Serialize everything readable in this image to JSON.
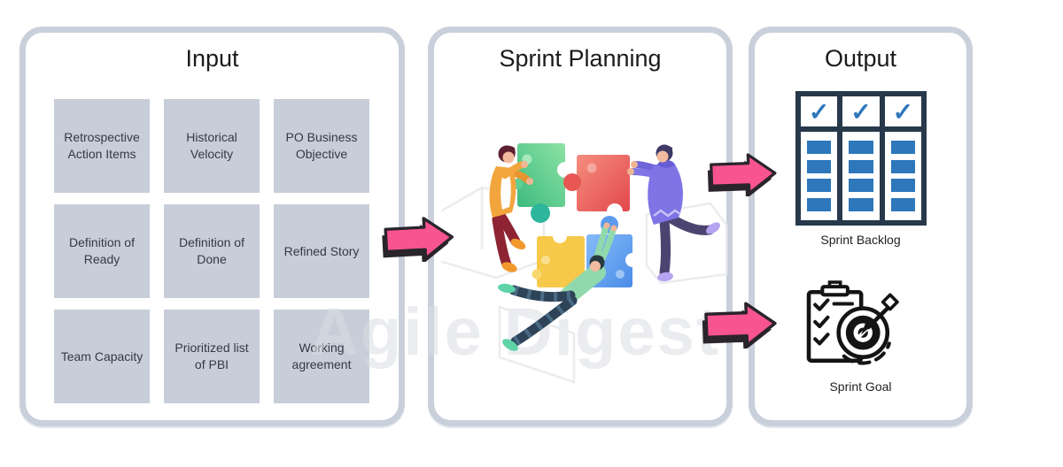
{
  "watermark": "Agile Digest",
  "panels": {
    "input": {
      "title": "Input",
      "cells": [
        "Retrospective Action Items",
        "Historical Velocity",
        "PO Business Objective",
        "Definition of Ready",
        "Definition of Done",
        "Refined Story",
        "Team Capacity",
        "Prioritized list of PBI",
        "Working agreement"
      ]
    },
    "sprint_planning": {
      "title": "Sprint Planning",
      "illustration": "teamwork-puzzle-illustration"
    },
    "output": {
      "title": "Output",
      "check_glyph": "✓",
      "items": [
        {
          "label": "Sprint Backlog",
          "icon": "sprint-backlog-table-icon"
        },
        {
          "label": "Sprint Goal",
          "icon": "sprint-goal-target-icon"
        }
      ]
    }
  },
  "arrows": [
    {
      "name": "input-to-planning-arrow"
    },
    {
      "name": "planning-to-backlog-arrow"
    },
    {
      "name": "planning-to-goal-arrow"
    }
  ],
  "colors": {
    "panel_border": "#c9d0db",
    "cell_background": "#c7ced9",
    "arrow_pink": "#f8548f",
    "arrow_outline": "#2a242b",
    "backlog_navy": "#27394b",
    "backlog_blue": "#2e77bb",
    "watermark_gray": "#dadde2"
  }
}
